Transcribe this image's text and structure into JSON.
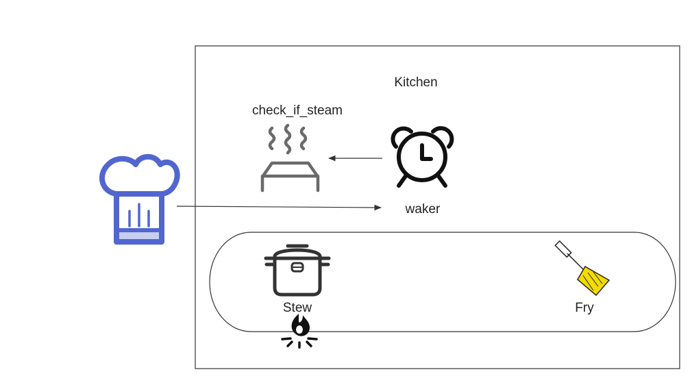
{
  "diagram": {
    "kitchen_label": "Kitchen",
    "check_if_steam_label": "check_if_steam",
    "waker_label": "waker",
    "stew_label": "Stew",
    "fry_label": "Fry",
    "icons": {
      "chef": "chef-hat-icon",
      "steam": "steam-icon",
      "waker": "alarm-clock-icon",
      "stew": "rice-cooker-icon",
      "fry": "spatula-icon",
      "fire": "fire-icon"
    },
    "colors": {
      "chef": "#5166cf",
      "chef_band": "#c7ceef",
      "steam": "#6a6a6a",
      "clock": "#111111",
      "spatula_blade": "#f2dc00",
      "line": "#333333"
    }
  }
}
